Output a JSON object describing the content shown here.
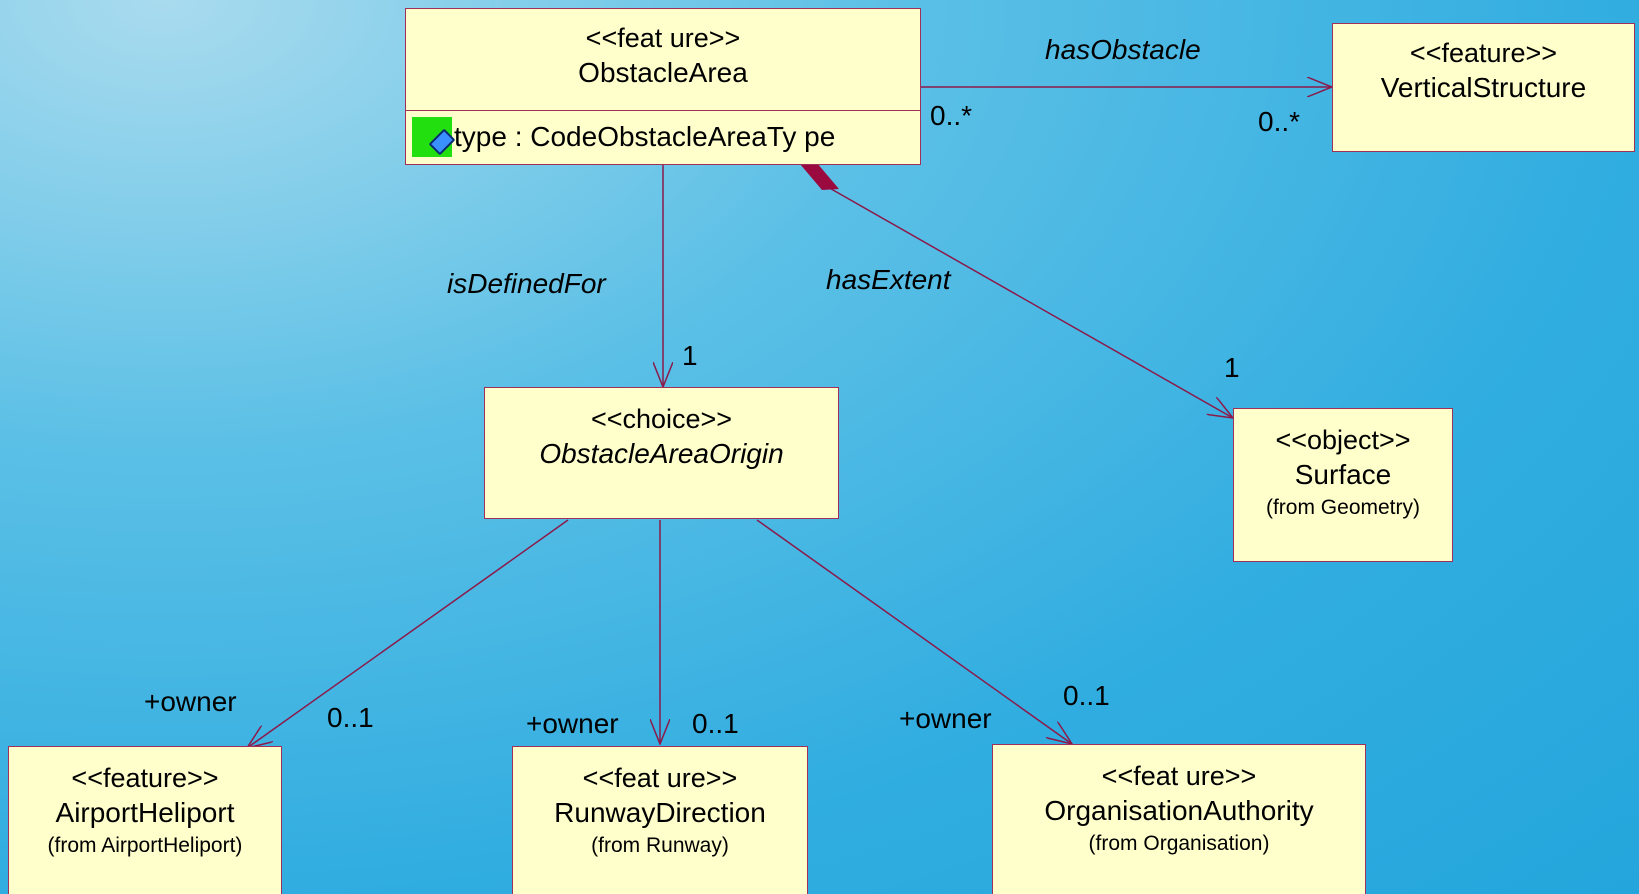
{
  "classes": {
    "obstacle_area": {
      "stereotype": "<<feat ure>>",
      "name": "ObstacleArea",
      "attribute": "type : CodeObstacleAreaTy pe"
    },
    "vertical_structure": {
      "stereotype": "<<feature>>",
      "name": "VerticalStructure"
    },
    "obstacle_area_origin": {
      "stereotype": "<<choice>>",
      "name": "ObstacleAreaOrigin"
    },
    "surface": {
      "stereotype": "<<object>>",
      "name": "Surface",
      "from": "(from Geometry)"
    },
    "airport_heliport": {
      "stereotype": "<<feature>>",
      "name": "AirportHeliport",
      "from": "(from AirportHeliport)"
    },
    "runway_direction": {
      "stereotype": "<<feat ure>>",
      "name": "RunwayDirection",
      "from": "(from Runway)"
    },
    "organisation_authority": {
      "stereotype": "<<feat ure>>",
      "name": "OrganisationAuthority",
      "from": "(from Organisation)"
    }
  },
  "associations": {
    "has_obstacle": {
      "name": "hasObstacle",
      "source_mult": "0..*",
      "target_mult": "0..*"
    },
    "is_defined_for": {
      "name": "isDefinedFor",
      "target_mult": "1"
    },
    "has_extent": {
      "name": "hasExtent",
      "target_mult": "1"
    },
    "to_airport": {
      "role": "+owner",
      "mult": "0..1"
    },
    "to_runway": {
      "role": "+owner",
      "mult": "0..1"
    },
    "to_organisation": {
      "role": "+owner",
      "mult": "0..1"
    }
  },
  "colors": {
    "line": "#8b1a4a",
    "box_fill": "#ffffcc",
    "attribute_icon": "#22e010"
  }
}
